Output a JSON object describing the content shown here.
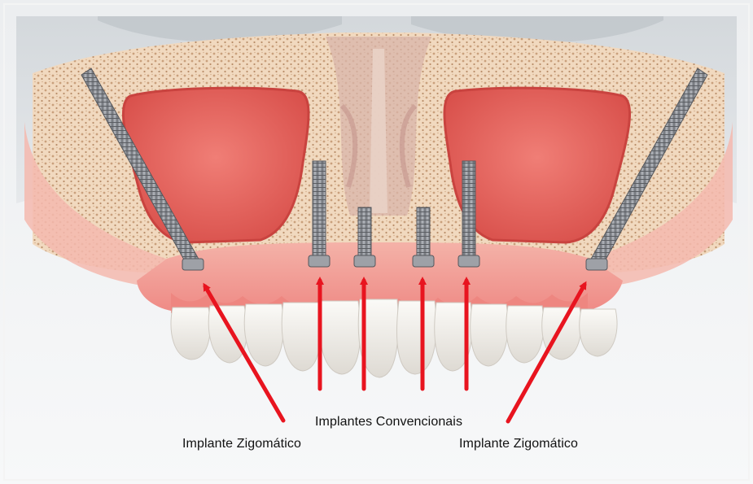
{
  "labels": {
    "zygomatic_left": "Implante Zigomático",
    "conventional": "Implantes Convencionais",
    "zygomatic_right": "Implante Zigomático"
  },
  "colors": {
    "arrow": "#e8141f",
    "gum": "#f29a95",
    "sinus": "#e9645e",
    "bone": "#f2dcc3",
    "tooth": "#f4f1ec",
    "implant": "#8a8d93"
  }
}
